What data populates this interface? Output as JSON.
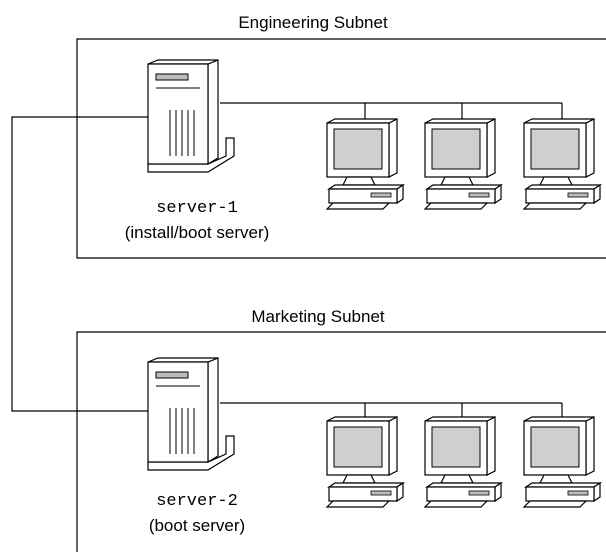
{
  "subnets": [
    {
      "title": "Engineering Subnet",
      "server": {
        "name": "server-1",
        "role": "(install/boot server)"
      },
      "clients": [
        "workstation",
        "workstation",
        "workstation"
      ]
    },
    {
      "title": "Marketing Subnet",
      "server": {
        "name": "server-2",
        "role": "(boot server)"
      },
      "clients": [
        "workstation",
        "workstation",
        "workstation"
      ]
    }
  ],
  "colors": {
    "stroke": "#000000",
    "server_fill": "#ffffff",
    "screen_fill": "#cfcfcf",
    "slot_fill": "#bcbcbc"
  }
}
